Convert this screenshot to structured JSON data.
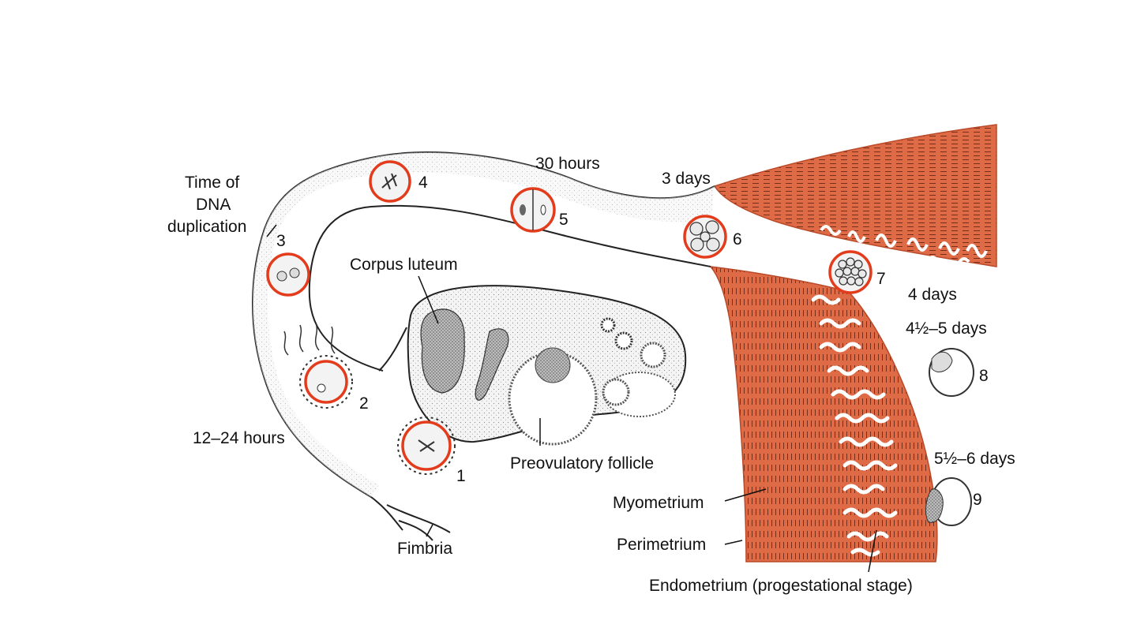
{
  "colors": {
    "muscle": "#df6a46",
    "muscle_dark": "#b84a2a",
    "embryo_ring": "#e23c1c",
    "outline": "#222222",
    "stipple": "#ececec"
  },
  "labels": {
    "time_of_dna_line1": "Time of",
    "time_of_dna_line2": "DNA",
    "time_of_dna_line3": "duplication",
    "thirty_hours": "30 hours",
    "three_days": "3 days",
    "four_days": "4 days",
    "four_half_five_days": "4½–5 days",
    "five_half_six_days": "5½–6 days",
    "twelve_24_hours": "12–24 hours",
    "corpus_luteum": "Corpus luteum",
    "preovulatory_follicle": "Preovulatory follicle",
    "myometrium": "Myometrium",
    "perimetrium": "Perimetrium",
    "fimbria": "Fimbria",
    "endometrium": "Endometrium (progestational stage)"
  },
  "stages": [
    "1",
    "2",
    "3",
    "4",
    "5",
    "6",
    "7",
    "8",
    "9"
  ],
  "icons": {
    "zygote": "fertilized-oocyte-icon",
    "blastocyst": "blastocyst-icon"
  }
}
